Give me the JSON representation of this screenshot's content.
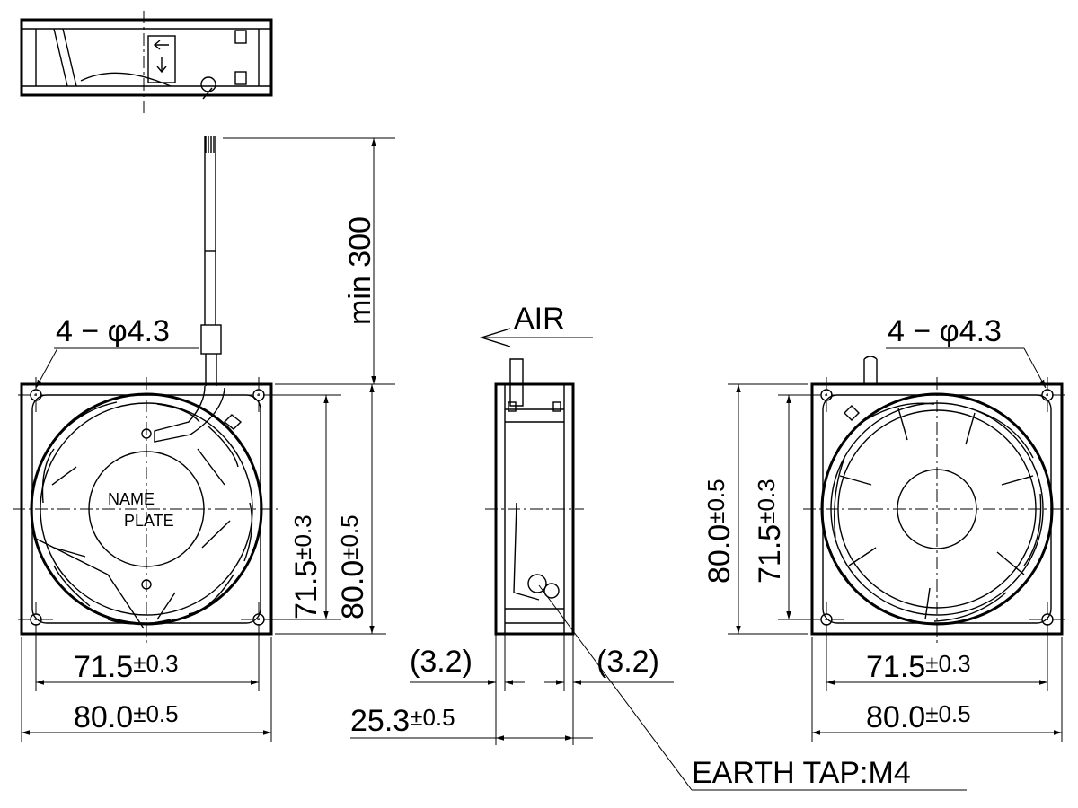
{
  "labels": {
    "holes_left": "4 − φ4.3",
    "holes_right": "4 − φ4.3",
    "lead_length": "min 300",
    "air": "AIR",
    "name_plate_1": "NAME",
    "name_plate_2": "PLATE",
    "earth_tap": "EARTH TAP:M4"
  },
  "dimensions": {
    "front_width_pitch": {
      "value": "71.5",
      "tol": "±0.3"
    },
    "front_width_overall": {
      "value": "80.0",
      "tol": "±0.5"
    },
    "front_height_pitch": {
      "value": "71.5",
      "tol": "±0.3"
    },
    "front_height_overall": {
      "value": "80.0",
      "tol": "±0.5"
    },
    "side_offset_left": "(3.2)",
    "side_offset_right": "(3.2)",
    "side_depth": {
      "value": "25.3",
      "tol": "±0.5"
    },
    "back_height_overall": {
      "value": "80.0",
      "tol": "±0.5"
    },
    "back_height_pitch": {
      "value": "71.5",
      "tol": "±0.3"
    },
    "back_width_pitch": {
      "value": "71.5",
      "tol": "±0.3"
    },
    "back_width_overall": {
      "value": "80.0",
      "tol": "±0.5"
    }
  }
}
